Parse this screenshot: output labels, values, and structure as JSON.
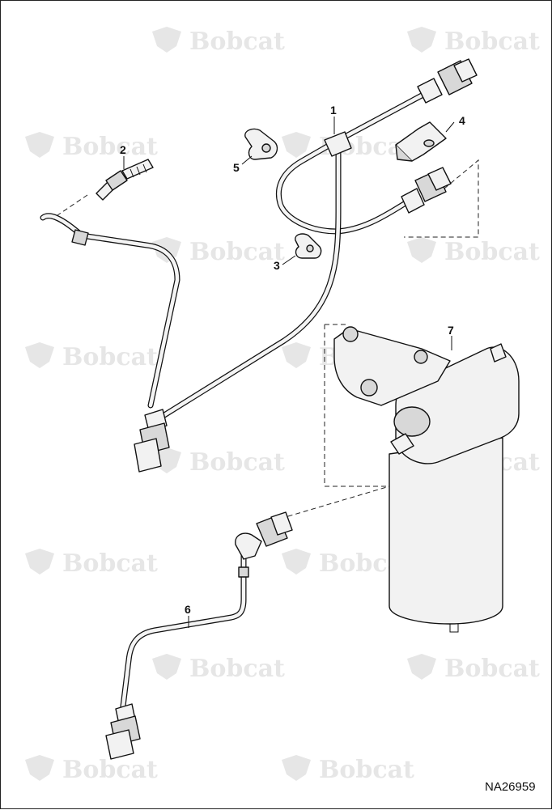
{
  "watermark": {
    "brand": "Bobcat"
  },
  "callouts": [
    {
      "label": "1"
    },
    {
      "label": "2"
    },
    {
      "label": "3"
    },
    {
      "label": "4"
    },
    {
      "label": "5"
    },
    {
      "label": "6"
    },
    {
      "label": "7"
    }
  ],
  "drawing_number": "NA26959"
}
